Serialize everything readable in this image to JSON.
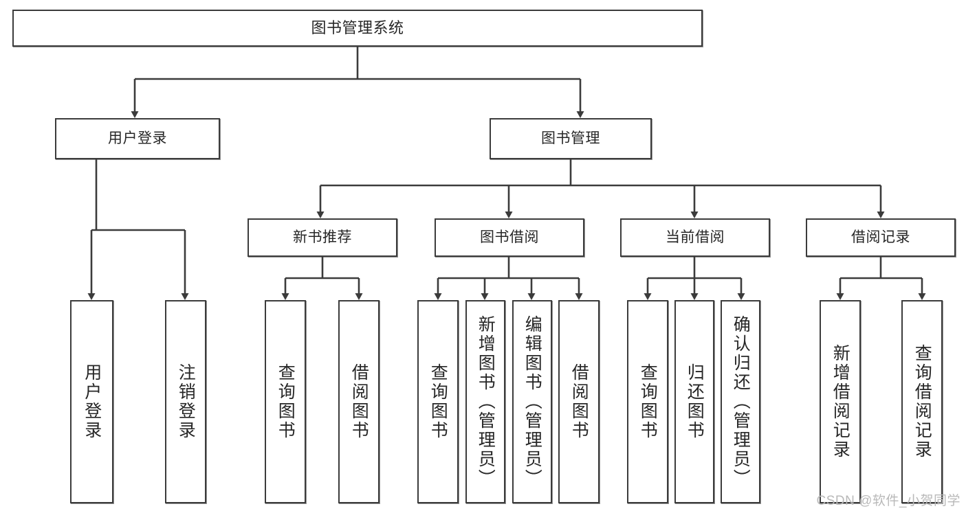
{
  "diagram": {
    "title": "图书管理系统",
    "type": "tree",
    "watermark": "CSDN @软件_小贺同学",
    "colors": {
      "stroke": "#3b3b3b",
      "fill": "#ffffff",
      "text": "#262626",
      "watermark": "#b9b9b9"
    },
    "levels": {
      "root": {
        "label": "图书管理系统"
      },
      "level2": [
        {
          "label": "用户登录"
        },
        {
          "label": "图书管理"
        }
      ],
      "level3": [
        {
          "label": "新书推荐"
        },
        {
          "label": "图书借阅"
        },
        {
          "label": "当前借阅"
        },
        {
          "label": "借阅记录"
        }
      ],
      "leaves": {
        "user_login": [
          {
            "label": "用户登录"
          },
          {
            "label": "注销登录"
          }
        ],
        "new_book_recommend": [
          {
            "label": "查询图书"
          },
          {
            "label": "借阅图书"
          }
        ],
        "book_borrow": [
          {
            "label": "查询图书"
          },
          {
            "label": "新增图书（管理员）"
          },
          {
            "label": "编辑图书（管理员）"
          },
          {
            "label": "借阅图书"
          }
        ],
        "current_borrow": [
          {
            "label": "查询图书"
          },
          {
            "label": "归还图书"
          },
          {
            "label": "确认归还（管理员）"
          }
        ],
        "borrow_record": [
          {
            "label": "新增借阅记录"
          },
          {
            "label": "查询借阅记录"
          }
        ]
      }
    }
  }
}
